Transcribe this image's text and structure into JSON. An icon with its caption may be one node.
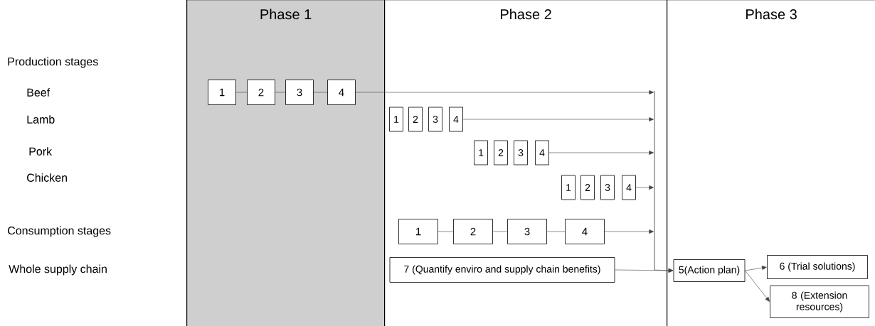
{
  "diagram": {
    "nodes": [
      {
        "text": [
          "Phase 1"
        ]
      },
      {
        "text": [
          "Phase 2"
        ]
      },
      {
        "text": [
          "Phase 3"
        ]
      },
      {
        "text": [
          "1"
        ],
        "in": 0
      },
      {
        "text": [
          "2"
        ],
        "in": 0
      },
      {
        "text": [
          "3"
        ],
        "in": 0
      },
      {
        "text": [
          "4"
        ],
        "in": 0
      },
      {
        "text": [
          "1"
        ],
        "in": 1
      },
      {
        "text": [
          "2"
        ],
        "in": 1
      },
      {
        "text": [
          "3"
        ],
        "in": 1
      },
      {
        "text": [
          "4"
        ],
        "in": 1
      },
      {
        "text": [
          "1"
        ],
        "in": 1
      },
      {
        "text": [
          "2"
        ],
        "in": 1
      },
      {
        "text": [
          "3"
        ],
        "in": 1
      },
      {
        "text": [
          "4"
        ],
        "in": 1
      },
      {
        "text": [
          "1"
        ],
        "in": 1
      },
      {
        "text": [
          "2"
        ],
        "in": 1
      },
      {
        "text": [
          "3"
        ],
        "in": 1
      },
      {
        "text": [
          "4"
        ],
        "in": 1
      },
      {
        "text": [
          "1"
        ],
        "in": 1
      },
      {
        "text": [
          "2"
        ],
        "in": 1
      },
      {
        "text": [
          "3"
        ],
        "in": 1
      },
      {
        "text": [
          "4"
        ],
        "in": 1
      },
      {
        "text": [
          "7 (Quantify enviro and supply chain benefits)"
        ],
        "in": 1
      },
      {
        "text": [],
        "shape": "bar",
        "in": 1
      },
      {
        "text": [
          "5(Action plan)"
        ],
        "in": 2
      },
      {
        "text": [
          "6 (Trial solutions)"
        ],
        "in": 2
      },
      {
        "text": [
          "8 (Extension resources)"
        ],
        "in": 2
      }
    ],
    "edges": [
      {
        "from": 3,
        "to": 4,
        "arrow": "none"
      },
      {
        "from": 4,
        "to": 5,
        "arrow": "none"
      },
      {
        "from": 5,
        "to": 6,
        "arrow": "none"
      },
      {
        "from": 6,
        "to": 24,
        "arrow": "to"
      },
      {
        "from": 10,
        "to": 24,
        "arrow": "to"
      },
      {
        "from": 14,
        "to": 24,
        "arrow": "to"
      },
      {
        "from": 18,
        "to": 24,
        "arrow": "to"
      },
      {
        "from": 19,
        "to": 20,
        "arrow": "none"
      },
      {
        "from": 20,
        "to": 21,
        "arrow": "none"
      },
      {
        "from": 21,
        "to": 22,
        "arrow": "none"
      },
      {
        "from": 22,
        "to": 24,
        "arrow": "to"
      },
      {
        "from": 23,
        "to": 25,
        "arrow": "to"
      },
      {
        "from": 24,
        "to": 25,
        "arrow": "to"
      },
      {
        "from": 25,
        "to": 26,
        "arrow": "to"
      },
      {
        "from": 25,
        "to": 27,
        "arrow": "to"
      }
    ],
    "labels": [
      "Production stages",
      "Beef",
      "Lamb",
      "Pork",
      "Chicken",
      "Consumption stages",
      "Whole supply chain"
    ]
  }
}
